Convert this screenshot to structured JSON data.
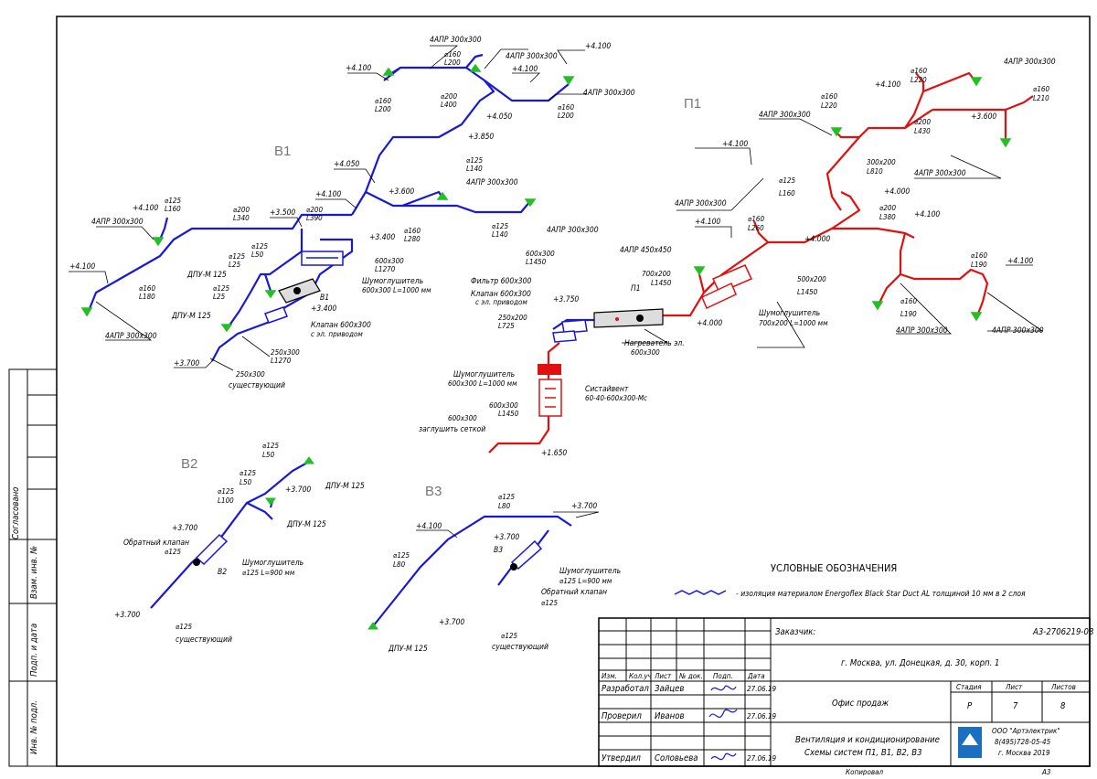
{
  "systems": {
    "p1": "П1",
    "v1": "В1",
    "v2": "В2",
    "v3": "В3"
  },
  "colors": {
    "supply": "#e01010",
    "exhaust": "#1818d8",
    "diffuser": "#22c022",
    "frame": "#000000"
  },
  "v1": {
    "dims": {
      "d160_l200_a": "⌀160",
      "l200_a": "L200",
      "d160_l200_b": "⌀160",
      "l200_b": "L200",
      "d200_l400": "⌀200",
      "l400": "L400",
      "d160_l200_c": "⌀160",
      "l200_c": "L200",
      "d125_l140_a": "⌀125",
      "l140_a": "L140",
      "d125_l140_b": "⌀125",
      "l140_b": "L140",
      "d160_l280": "⌀160",
      "l280": "L280",
      "d200_l390": "⌀200",
      "l390": "L390",
      "d200_l340": "⌀200",
      "l340": "L340",
      "d125_l160": "⌀125",
      "l160": "L160",
      "d160_l180": "⌀160",
      "l180": "L180",
      "d125_l50": "⌀125",
      "l50": "L50",
      "d125_l25_a": "⌀125",
      "l25_a": "L25",
      "d125_l25_b": "⌀125",
      "l25_b": "L25",
      "d600_l1270": "600x300",
      "l1270_a": "L1270",
      "d250_l1270": "250x300",
      "l1270_b": "L1270",
      "d250_exist": "250x300",
      "existing": "существующий"
    },
    "diffusers": {
      "a1": "4АПР 300x300",
      "a2": "4АПР 300x300",
      "a3": "4АПР 300x300",
      "a4": "4АПР 300x300",
      "a5": "4АПР 300x300",
      "a6": "4АПР 300x300",
      "a7": "4АПР 300x300",
      "dpu1": "ДПУ-М 125",
      "dpu2": "ДПУ-М 125"
    },
    "elev": {
      "e1": "+4.100",
      "e2": "+4.100",
      "e3": "+4.100",
      "e4": "+4.050",
      "e5": "+3.850",
      "e6": "+4.050",
      "e7": "+4.100",
      "e8": "+3.600",
      "e9": "+3.500",
      "e10": "+3.400",
      "e11": "+4.100",
      "e12": "+3.400",
      "e13": "+3.700"
    },
    "equip": {
      "silencer": "Шумоглушитель",
      "silencer_spec": "600x300 L=1000 мм",
      "unit": "В1",
      "valve": "Клапан 600x300",
      "valve_spec": "с эл. приводом"
    }
  },
  "center": {
    "d600_l1450": "600x300",
    "l1450_a": "L1450",
    "filter": "Фильтр 600x300",
    "valve": "Клапан 600x300",
    "valve_spec": "с эл. приводом",
    "d250_l725": "250x200",
    "l725": "L725",
    "elev375": "+3.750",
    "unit": "П1",
    "heater": "Нагреватель эл.",
    "heater_spec": "600x300",
    "d700_l1450": "700x200",
    "l1450_b": "L1450",
    "elev4000": "+4.000",
    "silencer": "Шумоглушитель",
    "silencer_spec": "600x300 L=1000 мм",
    "fan": "Систайвент",
    "fan_spec": "60-40-600x300-Мс",
    "d600_l1450_c": "600x300",
    "l1450_c": "L1450",
    "grid": "600x300",
    "grid_spec": "заглушить сеткой",
    "elev1650": "+1.650"
  },
  "p1": {
    "dims": {
      "d160_l220_a": "⌀160",
      "l220_a": "L220",
      "d160_l220_b": "⌀160",
      "l220_b": "L220",
      "d160_l210": "⌀160",
      "l210": "L210",
      "d200_l430": "⌀200",
      "l430": "L430",
      "d300_l810": "300x200",
      "l810": "L810",
      "d125_l160": "⌀125",
      "l160": "L160",
      "d200_l380": "⌀200",
      "l380": "L380",
      "d160_l260": "⌀160",
      "l260": "L260",
      "d500_l1450": "500x200",
      "l1450": "L1450",
      "d160_l190_a": "⌀160",
      "l190_a": "L190",
      "d160_l190_b": "⌀160",
      "l190_b": "L190",
      "silencer": "Шумоглушитель",
      "silencer_spec": "700x200 L=1000 мм"
    },
    "diffusers": {
      "a1": "4АПР 300x300",
      "a2": "4АПР 300x300",
      "a3": "4АПР 300x300",
      "a4": "4АПР 300x300",
      "a5": "4АПР 450x450",
      "a6": "4АПР 300x300",
      "a7": "4АПР 300x300"
    },
    "elev": {
      "e1": "+4.100",
      "e2": "+3.600",
      "e3": "+4.100",
      "e4": "+4.000",
      "e5": "+4.100",
      "e6": "+4.100",
      "e7": "+4.000",
      "e8": "+4.100"
    }
  },
  "v2": {
    "d125_l50_a": "⌀125",
    "l50_a": "L50",
    "d125_l50_b": "⌀125",
    "l50_b": "L50",
    "d125_l100": "⌀125",
    "l100": "L100",
    "dpu1": "ДПУ-М 125",
    "dpu2": "ДПУ-М 125",
    "elev1": "+3.700",
    "elev2": "+3.700",
    "elev3": "+3.700",
    "check_valve": "Обратный клапан",
    "check_d": "⌀125",
    "unit": "В2",
    "silencer": "Шумоглушитель",
    "silencer_spec": "⌀125 L=900 мм",
    "exist_d": "⌀125",
    "existing": "существующий"
  },
  "v3": {
    "d125_l80_a": "⌀125",
    "l80_a": "L80",
    "d125_l80_b": "⌀125",
    "l80_b": "L80",
    "elev1": "+4.100",
    "elev2": "+3.700",
    "elev3": "+3.700",
    "elev4": "+3.700",
    "unit": "В3",
    "silencer": "Шумоглушитель",
    "silencer_spec": "⌀125 L=900 мм",
    "check_valve": "Обратный клапан",
    "check_d": "⌀125",
    "dpu": "ДПУ-М 125",
    "exist_d": "⌀125",
    "existing": "существующий"
  },
  "legend": {
    "title": "УСЛОВНЫЕ ОБОЗНАЧЕНИЯ",
    "item": "- изоляция материалом Energoflex Black Star Duct AL толщиной 10 мм в 2 слоя"
  },
  "side": {
    "agreed": "Согласовано",
    "inv1": "Взам. инв. №",
    "sign": "Подп. и дата",
    "inv2": "Инв. № подл."
  },
  "title_block": {
    "customer": "Заказчик:",
    "doc_code": "А3-2706219-08",
    "address": "г. Москва, ул. Донецкая, д. 30, корп. 1",
    "cols": [
      "Изм.",
      "Кол.уч",
      "Лист",
      "№ док.",
      "Подп.",
      "Дата"
    ],
    "rows": [
      {
        "role": "Разработал",
        "name": "Зайцев",
        "date": "27.06.19"
      },
      {
        "role": "Проверил",
        "name": "Иванов",
        "date": "27.06.19"
      },
      {
        "role": "Утвердил",
        "name": "Соловьева",
        "date": "27.06.19"
      }
    ],
    "object": "Офис продаж",
    "stage_h": "Стадия",
    "sheet_h": "Лист",
    "sheets_h": "Листов",
    "stage": "Р",
    "sheet": "7",
    "sheets": "8",
    "title1": "Вентиляция и кондиционирование",
    "title2": "Схемы систем П1, В1, В2, В3",
    "company": "ООО \"Артэлектрик\"",
    "phone": "8(495)728-05-45",
    "city": "г. Москва 2019",
    "copied": "Копировал",
    "format": "А3"
  }
}
